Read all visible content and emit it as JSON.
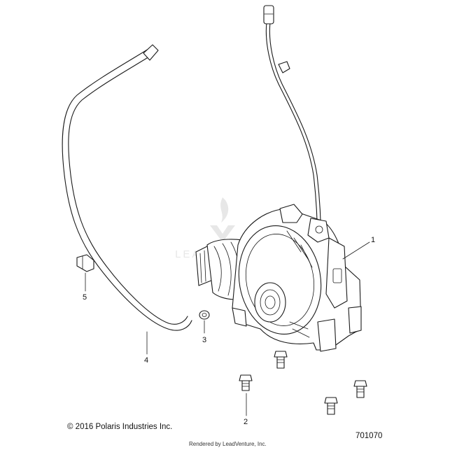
{
  "callouts": {
    "c1": "1",
    "c2": "2",
    "c3": "3",
    "c4": "4",
    "c5": "5"
  },
  "footer": {
    "copyright": "© 2016 Polaris Industries Inc.",
    "part_number": "701070",
    "rendered_by": "Rendered by LeadVenture, Inc."
  },
  "watermark": "LEADVENTURE",
  "colors": {
    "line": "#1a1a1a",
    "watermark": "#d9d9d9"
  }
}
